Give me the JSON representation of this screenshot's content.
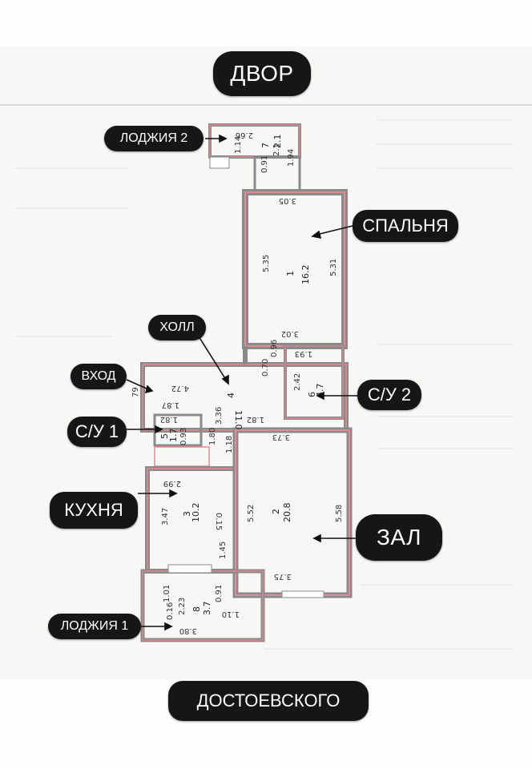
{
  "labels": {
    "yard": "ДВОР",
    "street": "ДОСТОЕВСКОГО",
    "loggia2": "ЛОДЖИЯ 2",
    "bedroom": "СПАЛЬНЯ",
    "hall": "ХОЛЛ",
    "entrance": "ВХОД",
    "bath1": "С/У 1",
    "bath2": "С/У 2",
    "kitchen": "КУХНЯ",
    "living": "ЗАЛ",
    "loggia1": "ЛОДЖИЯ 1"
  },
  "plan": {
    "loggia2": {
      "width": "2.66",
      "depth": "1.14",
      "depth2": "2.1",
      "side": "1.94",
      "side2": "0.91",
      "num": "7",
      "area": "2.1"
    },
    "bedroom": {
      "top": "3.05",
      "left": "5.35",
      "right": "5.31",
      "bottom": "3.02",
      "num": "1",
      "area": "16.2"
    },
    "hall": {
      "top": "4.72",
      "num": "4",
      "area": "11.0",
      "len": "3.36",
      "a": "1.87",
      "b": "1.82",
      "c": "0.70",
      "d": "0.96",
      "e": "1.80",
      "f": "1.18"
    },
    "bath2": {
      "top": "1.93",
      "side": "2.42",
      "num": "6",
      "area": "4.7"
    },
    "bath1": {
      "top": "1.82",
      "side": "0.93",
      "num": "5",
      "area": "1.7"
    },
    "kitchen": {
      "top": "2.99",
      "left": "3.47",
      "right": "0.15",
      "right2": "1.45",
      "num": "3",
      "area": "10.2"
    },
    "living": {
      "top": "3.73",
      "left": "5.52",
      "right": "5.58",
      "bottom": "3.75",
      "num": "2",
      "area": "20.8"
    },
    "loggia1": {
      "a": "1.01",
      "b": "2.23",
      "c": "0.16",
      "d": "0.91",
      "num": "8",
      "area": "3.7",
      "bottom": "3.80",
      "right": "1.10"
    },
    "misc": {
      "entrance_dim": "79"
    }
  },
  "colors": {
    "wall": "#7f7f7f",
    "wall_accent": "#e88a94",
    "pill_bg": "#161616",
    "pill_text": "#ffffff"
  }
}
